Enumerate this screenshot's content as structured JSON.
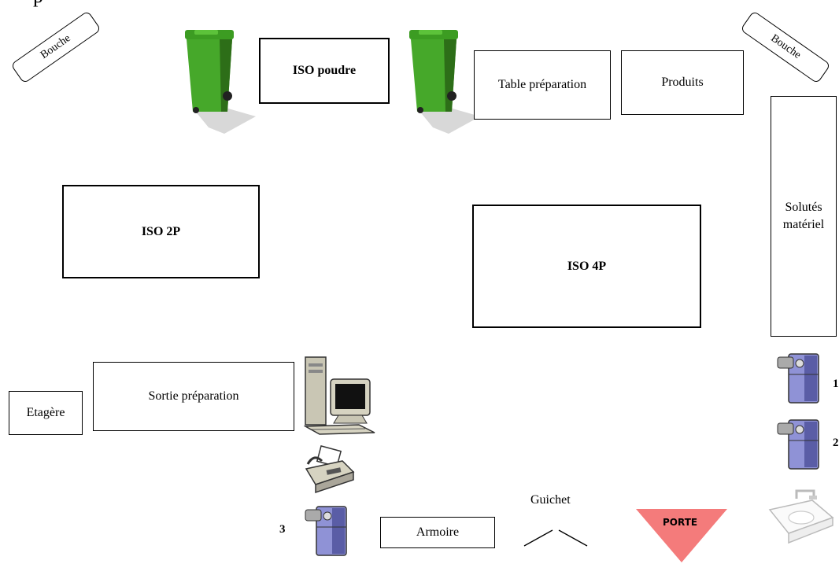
{
  "corner_glyph": "p",
  "tags": {
    "mouth_left": "Bouche",
    "mouth_right": "Bouche"
  },
  "rooms": {
    "iso_poudre": "ISO poudre",
    "table_preparation": "Table préparation",
    "produits": "Produits",
    "iso_2p": "ISO 2P",
    "iso_4p": "ISO 4P",
    "solutes_materiel": "Solutés matériel",
    "etagere": "Etagère",
    "sortie_preparation": "Sortie préparation",
    "armoire": "Armoire"
  },
  "fridges": {
    "fridge_1": "1",
    "fridge_2": "2",
    "fridge_3": "3"
  },
  "guichet": "Guichet",
  "porte": "PORTE",
  "colors": {
    "bin_green": "#46a82a",
    "bin_dark": "#2d6e18",
    "door_red": "#f47b7b",
    "fridge_body": "#8f92d6",
    "fridge_dark": "#5a5da6",
    "computer_grey": "#c9c6b4"
  },
  "icons": [
    "waste-bin-icon",
    "computer-icon",
    "fax-icon",
    "fridge-icon",
    "sink-icon"
  ]
}
